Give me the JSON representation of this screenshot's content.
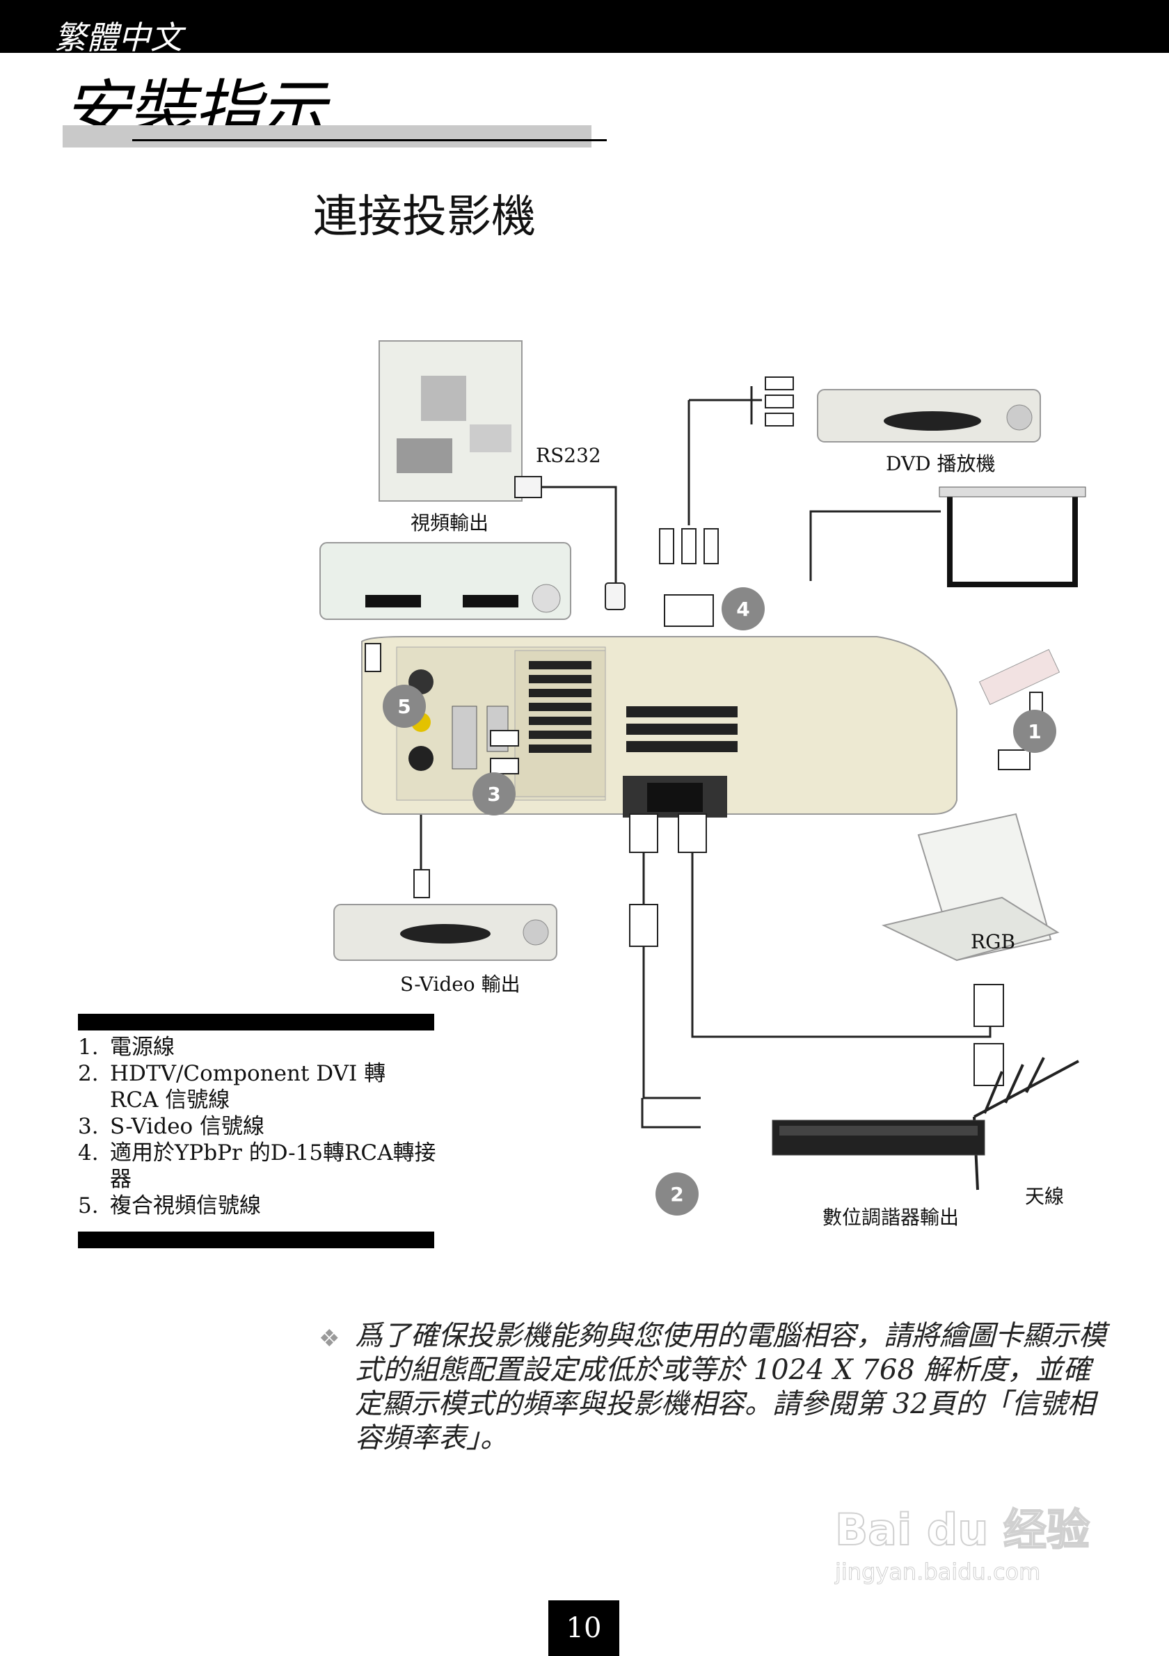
{
  "header": {
    "language": "繁體中文"
  },
  "section": {
    "title": "安裝指示"
  },
  "page": {
    "title": "連接投影機",
    "number": "10"
  },
  "diagram": {
    "labels": {
      "rs232": "RS232",
      "video_out": "視頻輸出",
      "dvd_player": "DVD 播放機",
      "svideo_out": "S-Video 輸出",
      "rgb": "RGB",
      "digital_tuner_out": "數位調諧器輸出",
      "antenna": "天線"
    },
    "markers": [
      "1",
      "2",
      "3",
      "4",
      "5"
    ]
  },
  "legend": [
    {
      "num": "1.",
      "text": "電源線"
    },
    {
      "num": "2.",
      "text": "HDTV/Component DVI 轉 RCA 信號線"
    },
    {
      "num": "3.",
      "text": "S-Video 信號線"
    },
    {
      "num": "4.",
      "text": "適用於YPbPr 的D-15轉RCA轉接器"
    },
    {
      "num": "5.",
      "text": "複合視頻信號線"
    }
  ],
  "note": {
    "text": "爲了確保投影機能夠與您使用的電腦相容，請將繪圖卡顯示模式的組態配置設定成低於或等於 1024 X 768 解析度，並確定顯示模式的頻率與投影機相容。請參閱第 32頁的「信號相容頻率表」。"
  },
  "watermark": {
    "brand": "Bai du 经验",
    "site": "jingyan.baidu.com"
  }
}
